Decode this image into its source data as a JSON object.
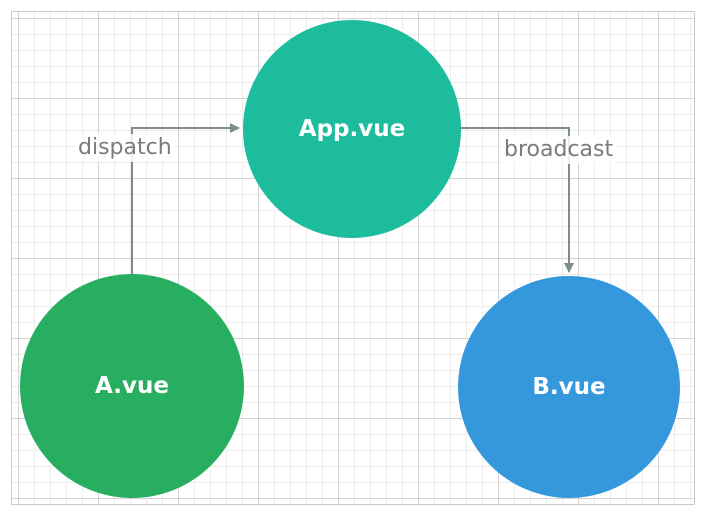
{
  "nodes": {
    "app": {
      "label": "App.vue",
      "color": "#1dbc9c"
    },
    "a": {
      "label": "A.vue",
      "color": "#27ae60"
    },
    "b": {
      "label": "B.vue",
      "color": "#3598dc"
    }
  },
  "edges": {
    "dispatch": {
      "label": "dispatch",
      "from": "A.vue",
      "to": "App.vue"
    },
    "broadcast": {
      "label": "broadcast",
      "from": "App.vue",
      "to": "B.vue"
    }
  },
  "colors": {
    "connector": "#7f8c8d",
    "grid_major": "#d3d3d3",
    "grid_minor": "#ececec",
    "edge_label_text": "#7b7b7b"
  }
}
